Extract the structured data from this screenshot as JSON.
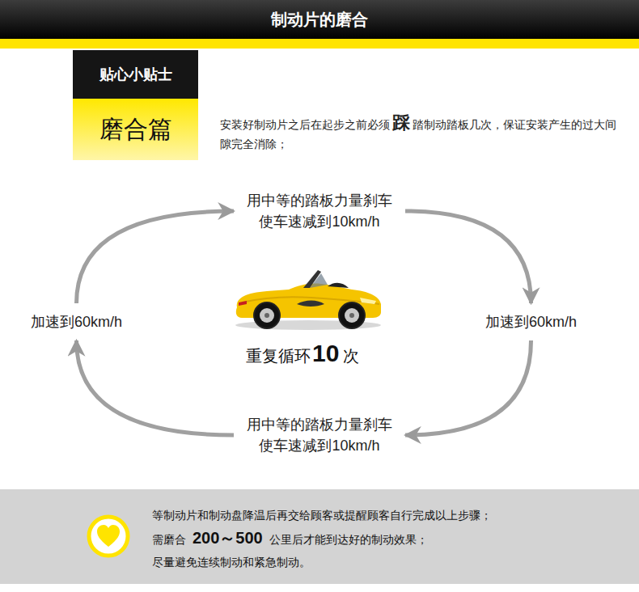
{
  "diagram": {
    "title": "制动片的磨合",
    "nodes": [
      {
        "text": [
          "贴心小贴士"
        ]
      },
      {
        "text": [
          "磨合篇"
        ]
      },
      {
        "text": [
          "用中等的踏板力量刹车 使车速减到10km/h"
        ]
      },
      {
        "text": [
          "加速到60km/h"
        ]
      },
      {
        "text": [
          "加速到60km/h"
        ]
      },
      {
        "text": [
          "用中等的踏板力量刹车 使车速减到10km/h"
        ]
      },
      {
        "text": [
          "等制动片和制动盘降温后再交给顾客或提醒顾客自行完成以上步骤；",
          "需磨合",
          "200～500",
          "公里后才能到达好的制动效果；",
          "尽量避免连续制动和紧急制动。"
        ]
      }
    ],
    "edges": [
      {
        "from": 2,
        "to": 4,
        "arrow": "to"
      },
      {
        "from": 4,
        "to": 5,
        "arrow": "to"
      },
      {
        "from": 5,
        "to": 3,
        "arrow": "to"
      },
      {
        "from": 3,
        "to": 2,
        "arrow": "to"
      }
    ],
    "labels": [
      "安装好制动片之后在起步之前必须",
      "踩",
      "踏制动踏板几次，保证安装产生的过大间隙完全消除；",
      "重复循环",
      "10",
      "次"
    ]
  }
}
